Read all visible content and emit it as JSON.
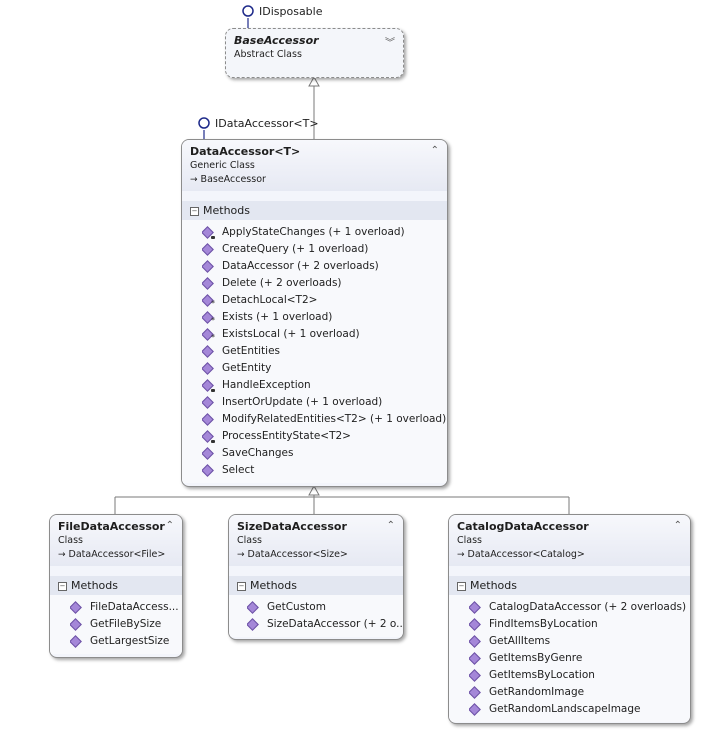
{
  "interfaces": {
    "idisposable": "IDisposable",
    "idataaccessor": "IDataAccessor<T>"
  },
  "colors": {
    "box_fill": "#f3f5fb",
    "border": "#8c8c8c",
    "method_icon": "#a487d8",
    "lollipop": "#1e2a8a"
  },
  "base_accessor": {
    "title": "BaseAccessor",
    "kind": "Abstract Class",
    "toggle_icon": "double-chevron-down"
  },
  "data_accessor": {
    "title": "DataAccessor<T>",
    "kind": "Generic Class",
    "base": "BaseAccessor",
    "section": "Methods",
    "methods": [
      {
        "name": "ApplyStateChanges (+ 1 overload)",
        "icon": "method-private"
      },
      {
        "name": "CreateQuery (+ 1 overload)",
        "icon": "method-public"
      },
      {
        "name": "DataAccessor (+ 2 overloads)",
        "icon": "method-public"
      },
      {
        "name": "Delete (+ 2 overloads)",
        "icon": "method-public"
      },
      {
        "name": "DetachLocal<T2>",
        "icon": "method-protected"
      },
      {
        "name": "Exists (+ 1 overload)",
        "icon": "method-protected"
      },
      {
        "name": "ExistsLocal (+ 1 overload)",
        "icon": "method-protected"
      },
      {
        "name": "GetEntities",
        "icon": "method-public"
      },
      {
        "name": "GetEntity",
        "icon": "method-public"
      },
      {
        "name": "HandleException",
        "icon": "method-private"
      },
      {
        "name": "InsertOrUpdate (+ 1 overload)",
        "icon": "method-public"
      },
      {
        "name": "ModifyRelatedEntities<T2> (+ 1 overload)",
        "icon": "method-public"
      },
      {
        "name": "ProcessEntityState<T2>",
        "icon": "method-private"
      },
      {
        "name": "SaveChanges",
        "icon": "method-public"
      },
      {
        "name": "Select",
        "icon": "method-public"
      }
    ]
  },
  "file_accessor": {
    "title": "FileDataAccessor",
    "kind": "Class",
    "base": "DataAccessor<File>",
    "section": "Methods",
    "methods": [
      "FileDataAccess...",
      "GetFileBySize",
      "GetLargestSize"
    ]
  },
  "size_accessor": {
    "title": "SizeDataAccessor",
    "kind": "Class",
    "base": "DataAccessor<Size>",
    "section": "Methods",
    "methods": [
      "GetCustom",
      "SizeDataAccessor (+ 2 o..."
    ]
  },
  "catalog_accessor": {
    "title": "CatalogDataAccessor",
    "kind": "Class",
    "base": "DataAccessor<Catalog>",
    "section": "Methods",
    "methods": [
      "CatalogDataAccessor (+ 2 overloads)",
      "FindItemsByLocation",
      "GetAllItems",
      "GetItemsByGenre",
      "GetItemsByLocation",
      "GetRandomImage",
      "GetRandomLandscapeImage"
    ]
  }
}
